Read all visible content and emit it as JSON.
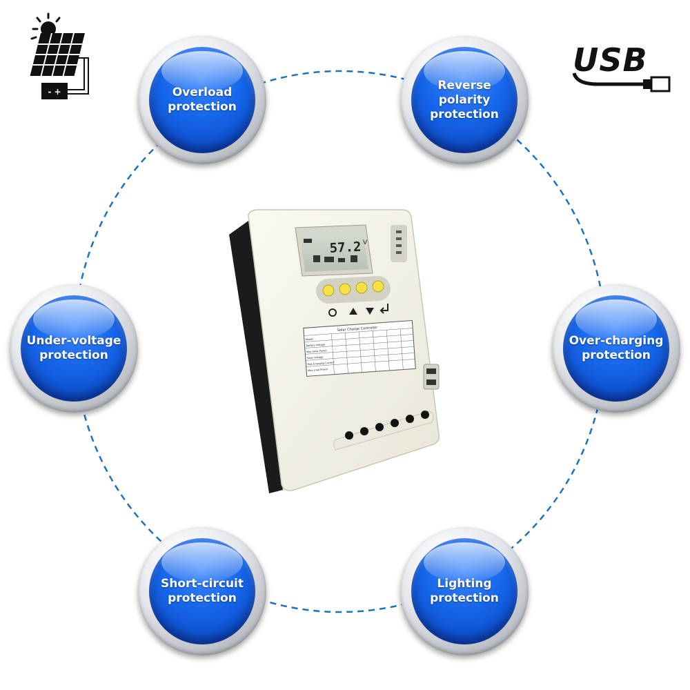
{
  "badges": [
    {
      "id": "overload",
      "label": "Overload\nprotection"
    },
    {
      "id": "reverse-polarity",
      "label": "Reverse polarity\nprotection"
    },
    {
      "id": "under-voltage",
      "label": "Under-voltage\nprotection"
    },
    {
      "id": "over-charging",
      "label": "Over-charging\nprotection"
    },
    {
      "id": "short-circuit",
      "label": "Short-circuit\nprotection"
    },
    {
      "id": "lighting",
      "label": "Lighting\nprotection"
    }
  ],
  "logo": {
    "usb": "USB"
  },
  "battery_symbol": "- +",
  "device": {
    "lcd_reading": "57.2",
    "lcd_unit": "V",
    "spec_label_title": "Solar Charge Controller",
    "spec_rows": [
      "Model",
      "Battery Voltage",
      "Max.Solar Power",
      "Solar Voltage",
      "Max.Charging Current",
      "Max.Load Power"
    ]
  },
  "colors": {
    "badge_blue": "#1565e8",
    "dashed_line": "#1f6fc0",
    "device_body": "#f3f1e6",
    "button_yellow": "#f5e04a"
  },
  "icons": [
    "solar-panel-icon",
    "sun-icon",
    "battery-icon",
    "usb-plug-icon",
    "gear-icon",
    "up-arrow-icon",
    "down-arrow-icon",
    "enter-icon"
  ]
}
